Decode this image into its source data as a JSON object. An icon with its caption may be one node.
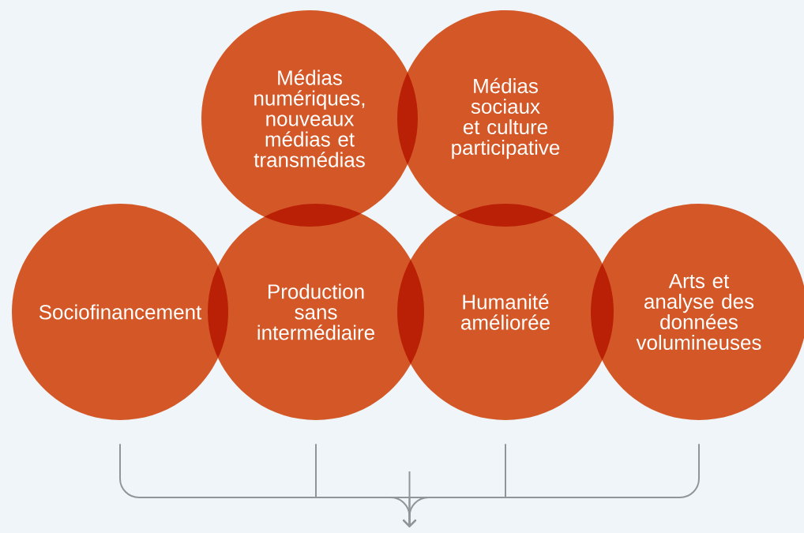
{
  "diagram": {
    "nodes": [
      {
        "text": [
          "Médias numériques, nouveaux médias et transmédias"
        ]
      },
      {
        "text": [
          "Médias sociaux et culture participative"
        ]
      },
      {
        "text": [
          "Sociofinancement"
        ]
      },
      {
        "text": [
          "Production sans intermédiaire"
        ]
      },
      {
        "text": [
          "Humanité améliorée"
        ]
      },
      {
        "text": [
          "Arts et analyse des données volumineuses"
        ]
      }
    ],
    "edges": [
      {
        "from": 2,
        "to": null,
        "arrow": "to"
      },
      {
        "from": 3,
        "to": null,
        "arrow": "to"
      },
      {
        "from": 4,
        "to": null,
        "arrow": "to"
      },
      {
        "from": 5,
        "to": null,
        "arrow": "to"
      }
    ]
  }
}
